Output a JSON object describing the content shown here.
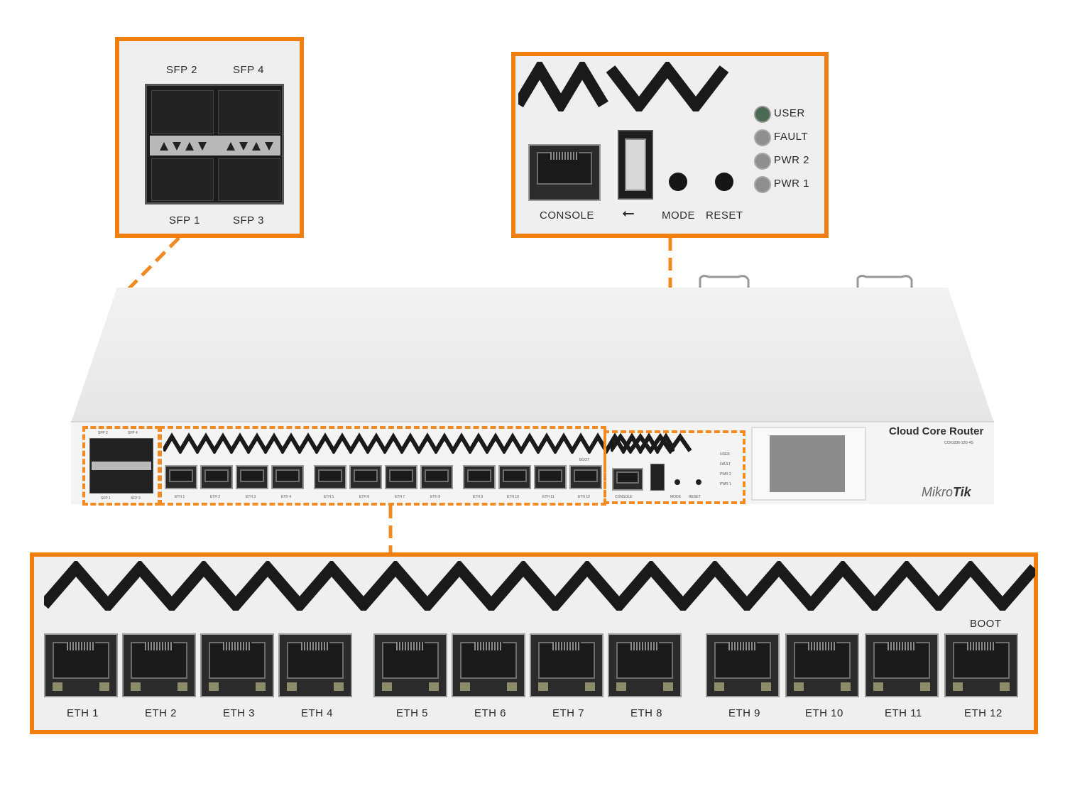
{
  "sfp_inset": {
    "labels_top": [
      "SFP 2",
      "SFP 4"
    ],
    "labels_bottom": [
      "SFP 1",
      "SFP 3"
    ]
  },
  "console_inset": {
    "console_label": "CONSOLE",
    "usb_symbol": "⭠",
    "mode_label": "MODE",
    "reset_label": "RESET",
    "leds": [
      "USER",
      "FAULT",
      "PWR 2",
      "PWR 1"
    ]
  },
  "router": {
    "title": "Cloud Core Router",
    "model": "CCR1036-12G-4S",
    "brand_a": "Mikro",
    "brand_b": "Tik",
    "sfp_top": [
      "SFP 2",
      "SFP 4"
    ],
    "sfp_bottom": [
      "SFP 1",
      "SFP 3"
    ],
    "eth": [
      "ETH 1",
      "ETH 2",
      "ETH 3",
      "ETH 4",
      "ETH 5",
      "ETH 6",
      "ETH 7",
      "ETH 8",
      "ETH 9",
      "ETH 10",
      "ETH 11",
      "ETH 12"
    ],
    "boot": "BOOT",
    "console": "CONSOLE",
    "mode": "MODE",
    "reset": "RESET",
    "leds": [
      "USER",
      "FAULT",
      "PWR 2",
      "PWR 1"
    ]
  },
  "eth_inset": {
    "boot_label": "BOOT",
    "ports": [
      "ETH 1",
      "ETH 2",
      "ETH 3",
      "ETH 4",
      "ETH 5",
      "ETH 6",
      "ETH 7",
      "ETH 8",
      "ETH 9",
      "ETH 10",
      "ETH 11",
      "ETH 12"
    ]
  },
  "colors": {
    "accent": "#f07f0f",
    "panel": "#efefef",
    "port": "#2b2b2b",
    "user_led": "#4a6b52"
  }
}
